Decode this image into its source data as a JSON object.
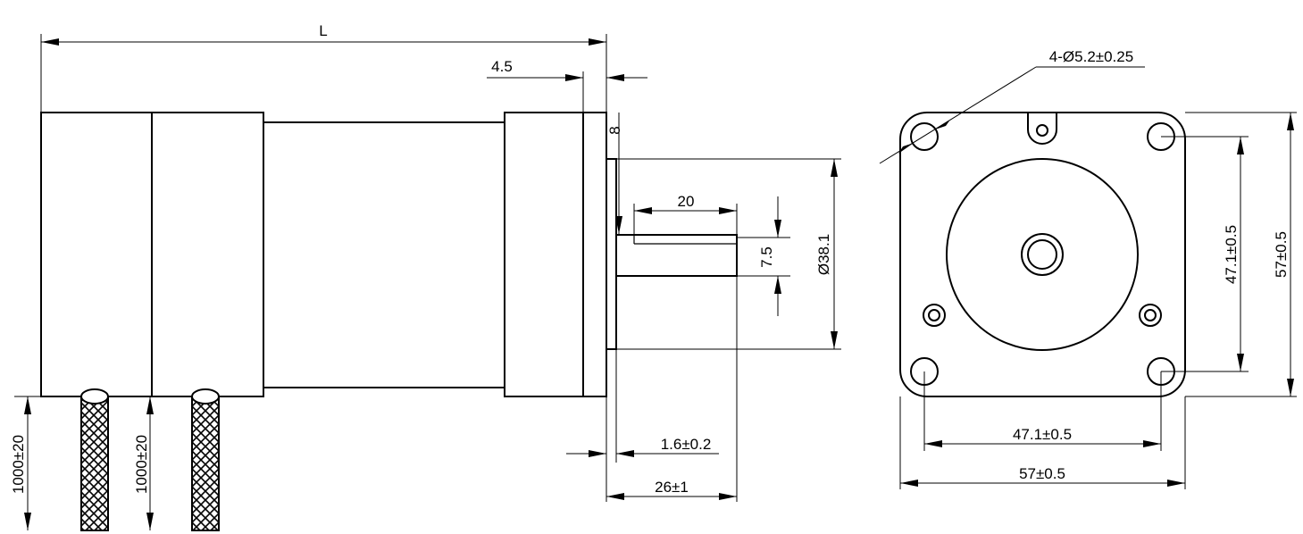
{
  "side_view": {
    "overall_length": "L",
    "flange_thickness": "4.5",
    "boss_height": "8",
    "flat_length": "20",
    "flat_width": "7.5",
    "pilot_diameter": "Ø38.1",
    "boss_thickness": "1.6±0.2",
    "shaft_length": "26±1",
    "lead_length_1": "1000±20",
    "lead_length_2": "1000±20"
  },
  "front_view": {
    "mounting_holes": "4-Ø5.2±0.25",
    "hole_spacing_vertical": "47.1±0.5",
    "frame_size_vertical": "57±0.5",
    "hole_spacing_horizontal": "47.1±0.5",
    "frame_size_horizontal": "57±0.5"
  }
}
